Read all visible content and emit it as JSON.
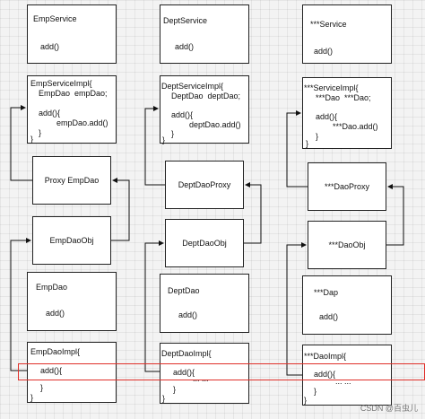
{
  "colors": {
    "background": "#f3f3f3",
    "box_border": "#222222",
    "arrow": "#111111",
    "highlight": "#e0302a",
    "watermark": "#777777"
  },
  "col1": {
    "service": {
      "title": "EmpService",
      "method": "add()"
    },
    "service_impl": {
      "lines": [
        "EmpServiceImpl{",
        "EmpDao  empDao;",
        "add(){",
        "empDao.add()",
        "}",
        "}"
      ]
    },
    "proxy": {
      "label": "Proxy EmpDao"
    },
    "obj": {
      "label": "EmpDaoObj"
    },
    "dao": {
      "title": "EmpDao",
      "method": "add()"
    },
    "dao_impl": {
      "lines": [
        "EmpDaoImpl{",
        "add(){",
        "... ...",
        "}",
        "}"
      ]
    }
  },
  "col2": {
    "service": {
      "title": "DeptService",
      "method": "add()"
    },
    "service_impl": {
      "lines": [
        "DeptServiceImpl{",
        "DeptDao  deptDao;",
        "add(){",
        "deptDao.add()",
        "}",
        "}"
      ]
    },
    "proxy": {
      "label": "DeptDaoProxy"
    },
    "obj": {
      "label": "DeptDaoObj"
    },
    "dao": {
      "title": "DeptDao",
      "method": "add()"
    },
    "dao_impl": {
      "lines": [
        "DeptDaoImpl{",
        "add(){",
        "... ...",
        "}",
        "}"
      ]
    }
  },
  "col3": {
    "service": {
      "title": "***Service",
      "method": "add()"
    },
    "service_impl": {
      "lines": [
        "***ServiceImpl{",
        "***Dao  ***Dao;",
        "add(){",
        "***Dao.add()",
        "}",
        "}"
      ]
    },
    "proxy": {
      "label": "***DaoProxy"
    },
    "obj": {
      "label": "***DaoObj"
    },
    "dao": {
      "title": "***Dap",
      "method": "add()"
    },
    "dao_impl": {
      "lines": [
        "***DaoImpl{",
        "add(){",
        "... ...",
        "}",
        "}"
      ]
    }
  },
  "watermark": "CSDN @百虫儿"
}
